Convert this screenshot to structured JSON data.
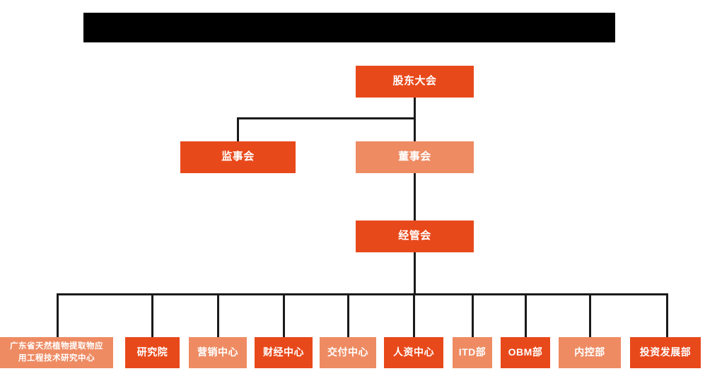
{
  "banner": {
    "label": "",
    "redacted": true,
    "color": "#000000"
  },
  "theme": {
    "background": "#ffffff",
    "accent_dark": "#E8491B",
    "accent_light": "#EE8B63",
    "line_color": "#1a1a1a",
    "text_color": "#ffffff"
  },
  "chart_data": {
    "type": "diagram",
    "title": "",
    "nodes": [
      {
        "id": "shareholders",
        "label": "股东大会",
        "level": 1,
        "tone": "dark"
      },
      {
        "id": "supervisors",
        "label": "监事会",
        "level": 2,
        "tone": "dark"
      },
      {
        "id": "directors",
        "label": "董事会",
        "level": 2,
        "tone": "light"
      },
      {
        "id": "management",
        "label": "经管会",
        "level": 3,
        "tone": "dark"
      },
      {
        "id": "d0",
        "label": "广东省天然植物提取物应用工程技术研究中心",
        "level": 4,
        "tone": "light"
      },
      {
        "id": "d1",
        "label": "研究院",
        "level": 4,
        "tone": "dark"
      },
      {
        "id": "d2",
        "label": "营销中心",
        "level": 4,
        "tone": "light"
      },
      {
        "id": "d3",
        "label": "财经中心",
        "level": 4,
        "tone": "dark"
      },
      {
        "id": "d4",
        "label": "交付中心",
        "level": 4,
        "tone": "light"
      },
      {
        "id": "d5",
        "label": "人资中心",
        "level": 4,
        "tone": "dark"
      },
      {
        "id": "d6",
        "label": "ITD部",
        "level": 4,
        "tone": "light"
      },
      {
        "id": "d7",
        "label": "OBM部",
        "level": 4,
        "tone": "dark"
      },
      {
        "id": "d8",
        "label": "内控部",
        "level": 4,
        "tone": "light"
      },
      {
        "id": "d9",
        "label": "投资发展部",
        "level": 4,
        "tone": "dark"
      }
    ],
    "edges": [
      {
        "from": "shareholders",
        "to": "supervisors"
      },
      {
        "from": "shareholders",
        "to": "directors"
      },
      {
        "from": "directors",
        "to": "management"
      },
      {
        "from": "management",
        "to": "d0"
      },
      {
        "from": "management",
        "to": "d1"
      },
      {
        "from": "management",
        "to": "d2"
      },
      {
        "from": "management",
        "to": "d3"
      },
      {
        "from": "management",
        "to": "d4"
      },
      {
        "from": "management",
        "to": "d5"
      },
      {
        "from": "management",
        "to": "d6"
      },
      {
        "from": "management",
        "to": "d7"
      },
      {
        "from": "management",
        "to": "d8"
      },
      {
        "from": "management",
        "to": "d9"
      }
    ]
  },
  "nodes": {
    "shareholders": "股东大会",
    "supervisors": "监事会",
    "directors": "董事会",
    "management": "经管会",
    "d0_line1": "广东省天然植物提取物应",
    "d0_line2": "用工程技术研究中心",
    "d1": "研究院",
    "d2": "营销中心",
    "d3": "财经中心",
    "d4": "交付中心",
    "d5": "人资中心",
    "d6": "ITD部",
    "d7": "OBM部",
    "d8": "内控部",
    "d9": "投资发展部"
  }
}
